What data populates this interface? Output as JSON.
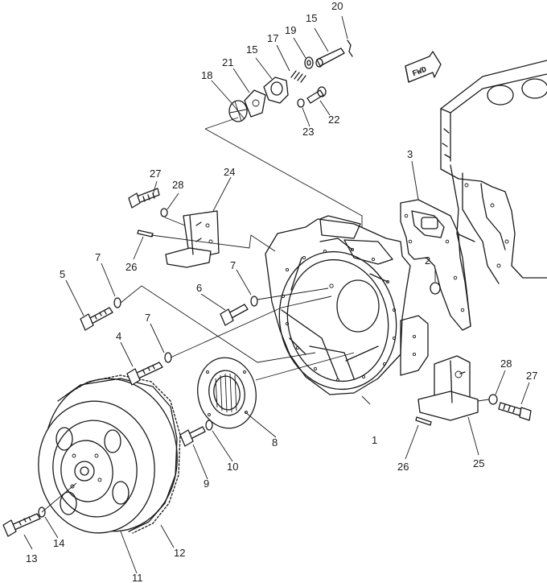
{
  "fwd_label": "FWD",
  "callouts": {
    "p1": "1",
    "p2": "2",
    "p3": "3",
    "p4": "4",
    "p5": "5",
    "p6": "6",
    "p7a": "7",
    "p7b": "7",
    "p7c": "7",
    "p8": "8",
    "p9": "9",
    "p10": "10",
    "p11": "11",
    "p12": "12",
    "p13": "13",
    "p14": "14",
    "p15a": "15",
    "p15b": "15",
    "p17": "17",
    "p18": "18",
    "p19": "19",
    "p20": "20",
    "p21": "21",
    "p22": "22",
    "p23": "23",
    "p24": "24",
    "p25": "25",
    "p26a": "26",
    "p26b": "26",
    "p27a": "27",
    "p27b": "27",
    "p28a": "28",
    "p28b": "28"
  }
}
